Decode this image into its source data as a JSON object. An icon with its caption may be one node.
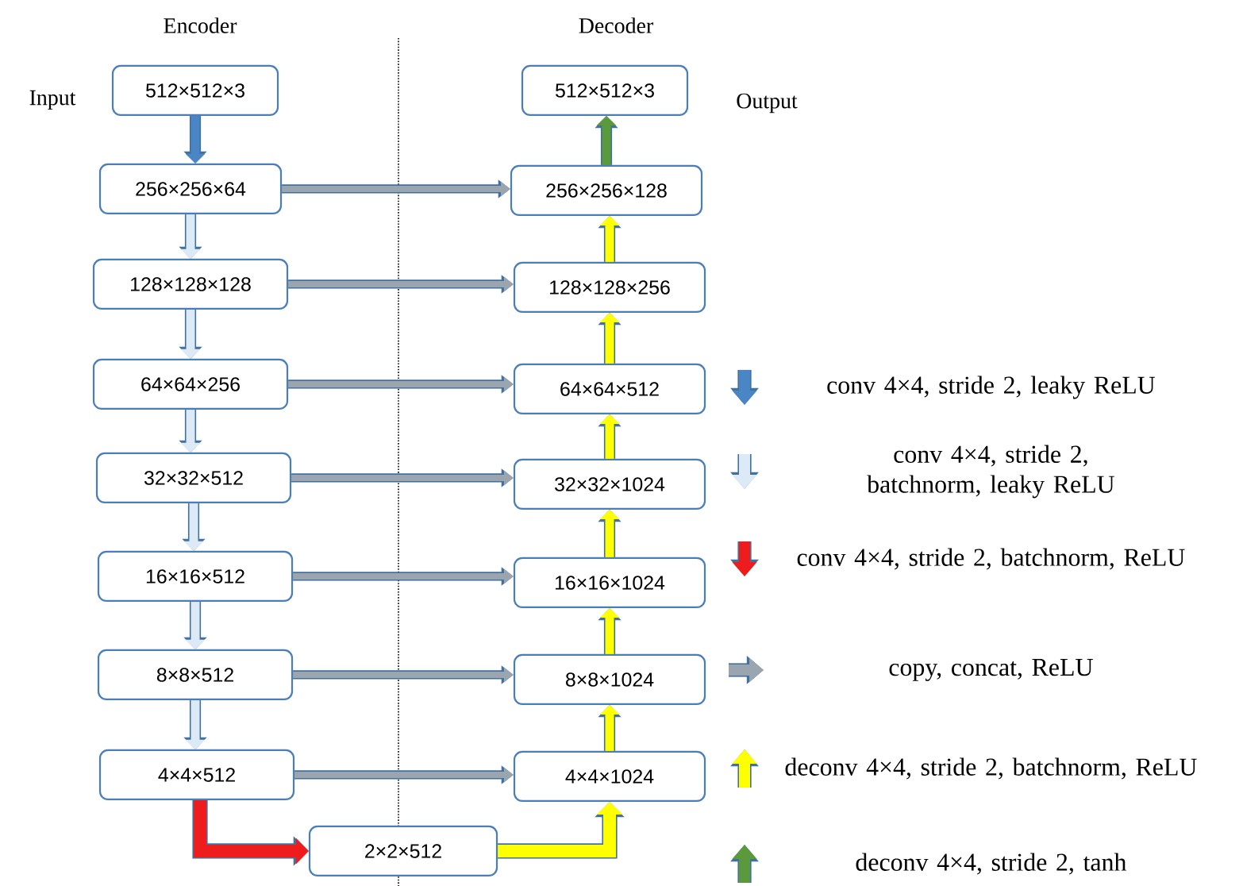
{
  "diagram": {
    "nodes": [
      {
        "text": [
          "512×512×3"
        ],
        "beside": [
          "Input"
        ]
      },
      {
        "text": [
          "256×256×64"
        ]
      },
      {
        "text": [
          "128×128×128"
        ]
      },
      {
        "text": [
          "64×64×256"
        ]
      },
      {
        "text": [
          "32×32×512"
        ]
      },
      {
        "text": [
          "16×16×512"
        ]
      },
      {
        "text": [
          "8×8×512"
        ]
      },
      {
        "text": [
          "4×4×512"
        ]
      },
      {
        "text": [
          "2×2×512"
        ]
      },
      {
        "text": [
          "512×512×3"
        ],
        "beside": [
          "Output"
        ]
      },
      {
        "text": [
          "256×256×128"
        ]
      },
      {
        "text": [
          "128×128×256"
        ]
      },
      {
        "text": [
          "64×64×512"
        ]
      },
      {
        "text": [
          "32×32×1024"
        ]
      },
      {
        "text": [
          "16×16×1024"
        ]
      },
      {
        "text": [
          "8×8×1024"
        ]
      },
      {
        "text": [
          "4×4×1024"
        ]
      }
    ],
    "edges": [
      {
        "from": 0,
        "to": 1,
        "arrow": "to",
        "color": "#4a86c5"
      },
      {
        "from": 1,
        "to": 2,
        "arrow": "to",
        "color": "#dce9f7"
      },
      {
        "from": 2,
        "to": 3,
        "arrow": "to",
        "color": "#dce9f7"
      },
      {
        "from": 3,
        "to": 4,
        "arrow": "to",
        "color": "#dce9f7"
      },
      {
        "from": 4,
        "to": 5,
        "arrow": "to",
        "color": "#dce9f7"
      },
      {
        "from": 5,
        "to": 6,
        "arrow": "to",
        "color": "#dce9f7"
      },
      {
        "from": 6,
        "to": 7,
        "arrow": "to",
        "color": "#dce9f7"
      },
      {
        "from": 7,
        "to": 8,
        "arrow": "to",
        "color": "#ee1c1c"
      },
      {
        "from": 8,
        "to": 16,
        "arrow": "to",
        "color": "#ffff00"
      },
      {
        "from": 16,
        "to": 15,
        "arrow": "to",
        "color": "#ffff00"
      },
      {
        "from": 15,
        "to": 14,
        "arrow": "to",
        "color": "#ffff00"
      },
      {
        "from": 14,
        "to": 13,
        "arrow": "to",
        "color": "#ffff00"
      },
      {
        "from": 13,
        "to": 12,
        "arrow": "to",
        "color": "#ffff00"
      },
      {
        "from": 12,
        "to": 11,
        "arrow": "to",
        "color": "#ffff00"
      },
      {
        "from": 11,
        "to": 10,
        "arrow": "to",
        "color": "#ffff00"
      },
      {
        "from": 10,
        "to": 9,
        "arrow": "to",
        "color": "#5b9a3c"
      },
      {
        "from": 1,
        "to": 10,
        "arrow": "to",
        "color": "#9aa5b0"
      },
      {
        "from": 2,
        "to": 11,
        "arrow": "to",
        "color": "#9aa5b0"
      },
      {
        "from": 3,
        "to": 12,
        "arrow": "to",
        "color": "#9aa5b0"
      },
      {
        "from": 4,
        "to": 13,
        "arrow": "to",
        "color": "#9aa5b0"
      },
      {
        "from": 5,
        "to": 14,
        "arrow": "to",
        "color": "#9aa5b0"
      },
      {
        "from": 6,
        "to": 15,
        "arrow": "to",
        "color": "#9aa5b0"
      },
      {
        "from": 7,
        "to": 16,
        "arrow": "to",
        "color": "#9aa5b0"
      }
    ],
    "labels": [
      "Encoder",
      "Decoder"
    ],
    "legend": [
      {
        "text": "conv 4×4, stride 2, leaky ReLU",
        "color": "#4a86c5"
      },
      {
        "text": "conv 4×4, stride 2, batchnorm, leaky ReLU",
        "color": "#dce9f7"
      },
      {
        "text": "conv 4×4, stride 2, batchnorm, ReLU",
        "color": "#ee1c1c"
      },
      {
        "text": "copy, concat, ReLU",
        "color": "#9aa5b0"
      },
      {
        "text": "deconv 4×4, stride 2, batchnorm, ReLU",
        "color": "#ffff00"
      },
      {
        "text": "deconv 4×4, stride 2, tanh",
        "color": "#5b9a3c"
      }
    ]
  }
}
